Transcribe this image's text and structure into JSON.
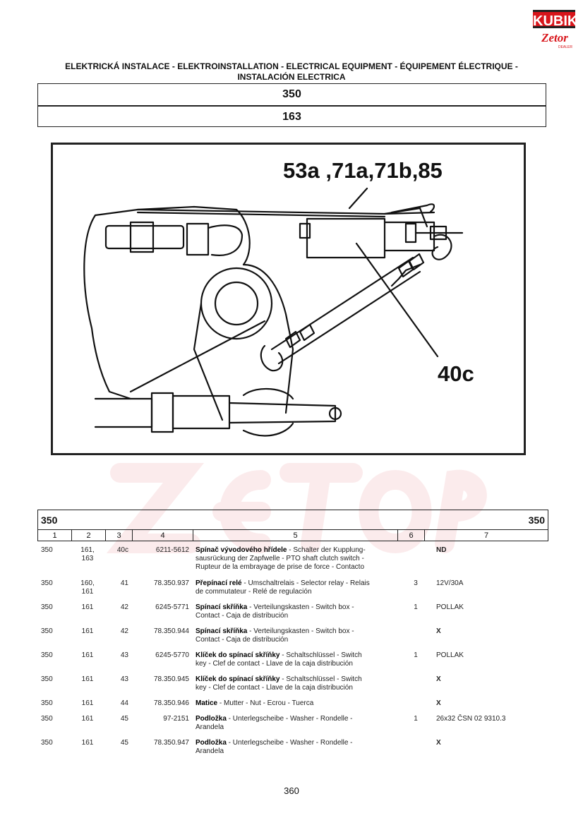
{
  "brand": {
    "logo_top": "KUBIK",
    "logo_bottom": "Zetor",
    "logo_small": "DEALER"
  },
  "header": {
    "title_line1": "ELEKTRICKÁ INSTALACE - ELEKTROINSTALLATION - ELECTRICAL EQUIPMENT - ÉQUIPEMENT ÉLECTRIQUE -",
    "title_line2": "INSTALACIÓN ELECTRICA",
    "model": "350",
    "group": "163"
  },
  "diagram": {
    "callout_top": "53a ,71a,71b,85",
    "callout_bottom": "40c"
  },
  "table": {
    "model_left": "350",
    "model_right": "350",
    "columns": [
      "1",
      "2",
      "3",
      "4",
      "5",
      "6",
      "7"
    ],
    "rows": [
      {
        "c1": "350",
        "c2": "161,",
        "c2b": "163",
        "c3": "40c",
        "c4": "6211-5612",
        "name": "Spínač vývodového hřídele",
        "desc1": " - Schalter der Kupplung-",
        "desc2": "sausrückung der Zapfwelle - PTO shaft clutch switch -",
        "desc3": "Rupteur de la embrayage de prise de force - Contacto",
        "qty": "",
        "note": "ND",
        "note_bold": true
      },
      {
        "c1": "350",
        "c2": "160,",
        "c2b": "161",
        "c3": "41",
        "c4": "78.350.937",
        "name": "Přepínací relé",
        "desc1": " - Umschaltrelais - Selector relay - Relais",
        "desc2": "de commutateur - Relé de regulación",
        "desc3": "",
        "qty": "3",
        "note": "12V/30A",
        "note_bold": false
      },
      {
        "c1": "350",
        "c2": "161",
        "c2b": "",
        "c3": "42",
        "c4": "6245-5771",
        "name": "Spínací skříňka",
        "desc1": " - Verteilungskasten - Switch box -",
        "desc2": "Contact - Caja de distribución",
        "desc3": "",
        "qty": "1",
        "note": "POLLAK",
        "note_bold": false
      },
      {
        "c1": "350",
        "c2": "161",
        "c2b": "",
        "c3": "42",
        "c4": "78.350.944",
        "name": "Spínací skříňka",
        "desc1": " - Verteilungskasten - Switch box -",
        "desc2": "Contact - Caja de distribución",
        "desc3": "",
        "qty": "",
        "note": "X",
        "note_bold": true
      },
      {
        "c1": "350",
        "c2": "161",
        "c2b": "",
        "c3": "43",
        "c4": "6245-5770",
        "name": "Klíček do spínací skříňky",
        "desc1": " - Schaltschlüssel - Switch",
        "desc2": "key - Clef de contact - Llave de la caja distribución",
        "desc3": "",
        "qty": "1",
        "note": "POLLAK",
        "note_bold": false
      },
      {
        "c1": "350",
        "c2": "161",
        "c2b": "",
        "c3": "43",
        "c4": "78.350.945",
        "name": "Klíček do spínací skříňky",
        "desc1": " - Schaltschlüssel - Switch",
        "desc2": "key - Clef de contact - Llave de la caja distribución",
        "desc3": "",
        "qty": "",
        "note": "X",
        "note_bold": true
      },
      {
        "c1": "350",
        "c2": "161",
        "c2b": "",
        "c3": "44",
        "c4": "78.350.946",
        "name": "Matice",
        "desc1": " - Mutter - Nut - Ecrou - Tuerca",
        "desc2": "",
        "desc3": "",
        "qty": "",
        "note": "X",
        "note_bold": true
      },
      {
        "c1": "350",
        "c2": "161",
        "c2b": "",
        "c3": "45",
        "c4": "97-2151",
        "name": "Podložka",
        "desc1": " - Unterlegscheibe - Washer - Rondelle -",
        "desc2": "Arandela",
        "desc3": "",
        "qty": "1",
        "note": "26x32 ČSN 02 9310.3",
        "note_bold": false
      },
      {
        "c1": "350",
        "c2": "161",
        "c2b": "",
        "c3": "45",
        "c4": "78.350.947",
        "name": "Podložka",
        "desc1": " - Unterlegscheibe - Washer - Rondelle -",
        "desc2": "Arandela",
        "desc3": "",
        "qty": "",
        "note": "X",
        "note_bold": true
      }
    ]
  },
  "footer": {
    "page_number": "360"
  }
}
